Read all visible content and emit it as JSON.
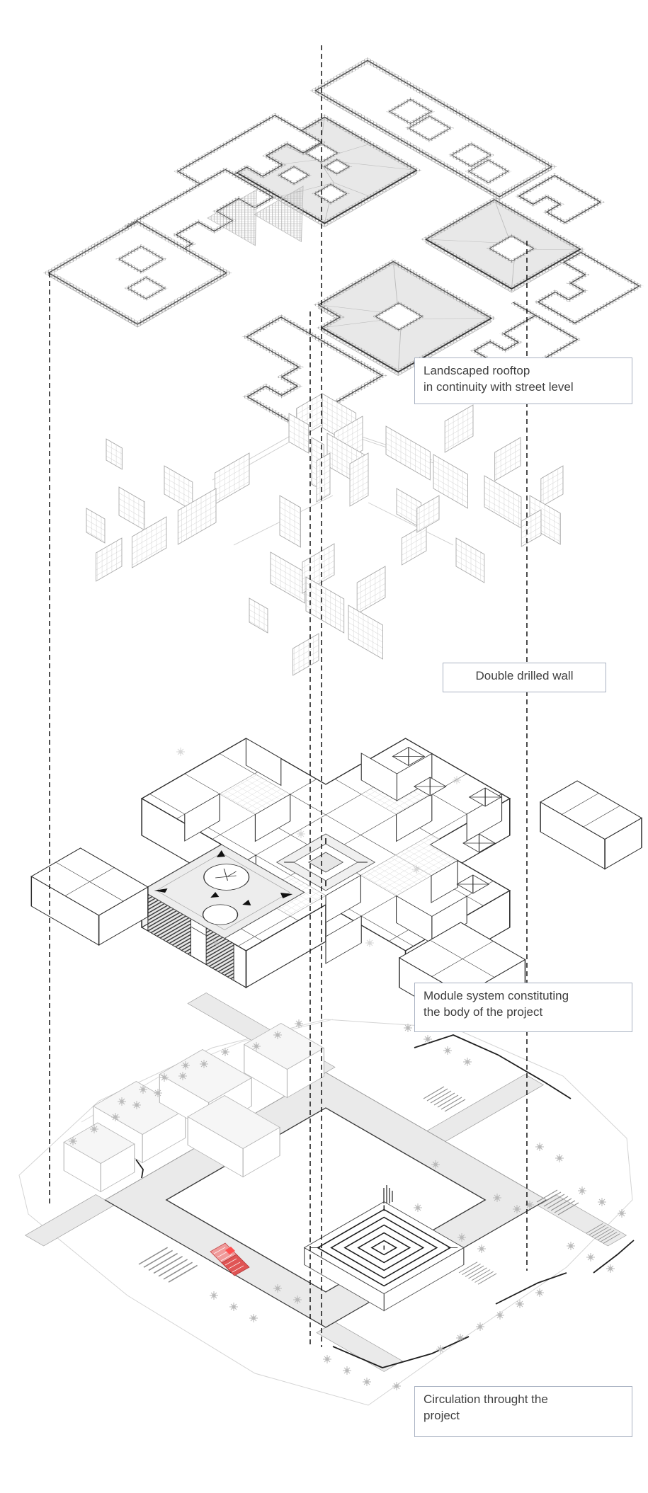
{
  "figure": {
    "kind": "exploded-axonometric-architecture-diagram",
    "layers": [
      "landscaped rooftop plan",
      "double drilled wall mesh",
      "module system floor",
      "circulation site plan"
    ]
  },
  "labels": [
    {
      "id": "rooftop",
      "line1": "Landscaped rooftop",
      "line2": "in continuity with street level"
    },
    {
      "id": "wall",
      "line1": "Double drilled wall"
    },
    {
      "id": "modules",
      "line1": "Module system constituting",
      "line2": "the body of the project"
    },
    {
      "id": "circulation",
      "line1": "Circulation throught the",
      "line2": "project"
    }
  ],
  "colors": {
    "label_border": "#a9b2c2",
    "label_text": "#3f3f3f",
    "guide_line": "#111111",
    "dark_line": "#2f2f2f",
    "light_line": "#b5b5b5",
    "roof_fill": "#e8e8e8",
    "path_fill": "#eaeaea",
    "red_accent": "#e05555",
    "red_light": "#f09a9a"
  }
}
